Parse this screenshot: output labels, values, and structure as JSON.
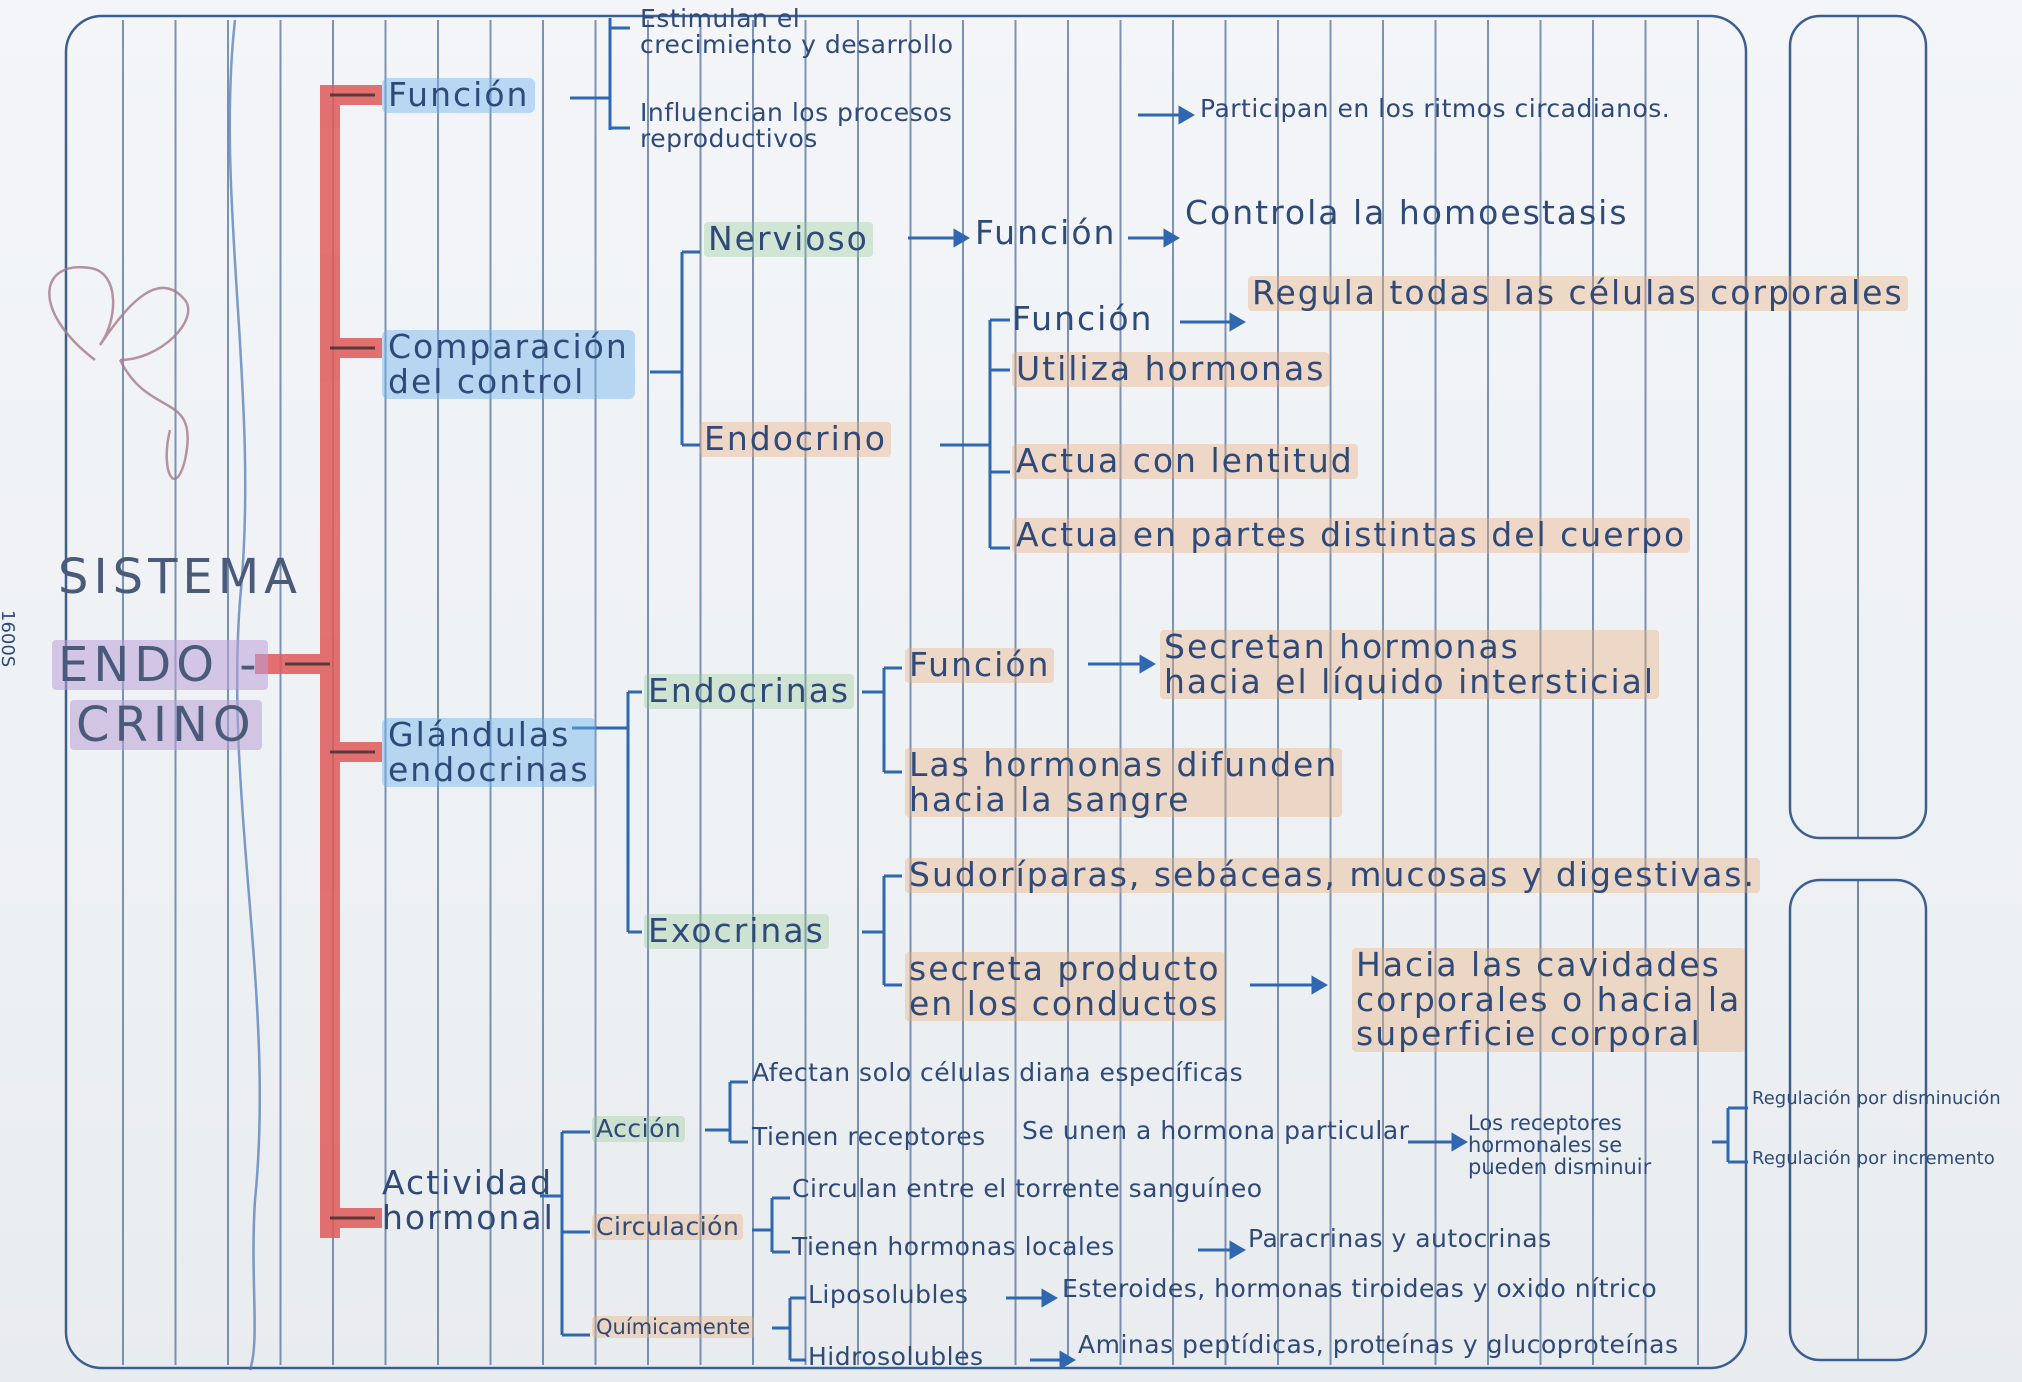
{
  "title": {
    "line1": "SISTEMA",
    "line2": "ENDO -",
    "line3": "CRINO",
    "side_note": "1600S"
  },
  "branches": {
    "funcion": {
      "label": "Función",
      "item1": "Estimulan el\ncrecimiento y desarrollo",
      "item2": "Influencian los procesos\nreproductivos",
      "item2_result": "Participan en los ritmos circadianos."
    },
    "comparacion": {
      "label": "Comparación\ndel control",
      "nervioso": {
        "label": "Nervioso",
        "funcion": "Función",
        "result": "Controla la homoestasis"
      },
      "endocrino": {
        "label": "Endocrino",
        "funcion": "Función",
        "funcion_result": "Regula todas las células corporales",
        "item2": "Utiliza hormonas",
        "item3": "Actua con lentitud",
        "item4": "Actua en partes distintas del cuerpo"
      }
    },
    "glandulas": {
      "label": "Glándulas\nendocrinas",
      "endocrinas": {
        "label": "Endocrinas",
        "funcion": "Función",
        "funcion_result": "Secretan hormonas\nhacia el líquido intersticial",
        "item2": "Las hormonas difunden\nhacia la sangre"
      },
      "exocrinas": {
        "label": "Exocrinas",
        "item1": "Sudoríparas, sebáceas, mucosas y digestivas.",
        "item2": "secreta producto\nen los conductos",
        "item2_result": "Hacia las cavidades\ncorporales o hacia la\nsuperficie corporal"
      }
    },
    "actividad": {
      "label": "Actividad\nhormonal",
      "accion": {
        "label": "Acción",
        "item1": "Afectan solo células diana específicas",
        "item2": "Tienen receptores",
        "item2_b": "Se unen a hormona particular",
        "item2_result": "Los receptores\nhormonales se\npueden disminuir",
        "reg1": "Regulación por disminución",
        "reg2": "Regulación por incremento"
      },
      "circulacion": {
        "label": "Circulación",
        "item1": "Circulan entre el torrente sanguíneo",
        "item2": "Tienen hormonas locales",
        "item2_result": "Paracrinas y autocrinas"
      },
      "quimicamente": {
        "label": "Químicamente",
        "item1": "Liposolubles",
        "item1_result": "Esteroides, hormonas tiroideas y oxido nítrico",
        "item2": "Hidrosolubles",
        "item2_result": "Aminas peptídicas, proteínas y glucoproteínas"
      }
    }
  }
}
